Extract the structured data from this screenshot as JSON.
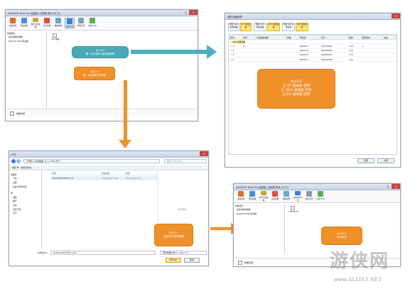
{
  "win1": {
    "title": "DAEMON Tools Pro 高级版 (试用期 剩余 20 天)",
    "toolbar": [
      "快速挂载",
      "添加映像",
      "制作光盘映像",
      "刻录映像",
      "编辑映像",
      "虚拟刻录",
      "移除全部",
      "创建 DVD"
    ],
    "tree": [
      "映像目录",
      "最近使用的映像",
      "DVD/CD-ROM 驱动器"
    ],
    "pane_item": "ISO 映像",
    "status": "映像目录"
  },
  "bubble_teal": {
    "line1": "ALI213",
    "line2": "第一步先把DT虚拟装载好"
  },
  "bubble_orange1": {
    "line1": "ALI213",
    "line2": "第二步右键打开映像"
  },
  "win2": {
    "title": "虚拟设备管理",
    "tabs": [
      {
        "label": "添加 SCSI 虚拟设备",
        "highlight": false
      },
      {
        "label": "DT 虚拟设备",
        "highlight": true
      },
      {
        "label": "添加 SCSI 虚拟设备",
        "highlight": false
      },
      {
        "label": "SCSI 虚拟设备",
        "highlight": true
      },
      {
        "label": "添加 IDE 虚拟设备",
        "highlight": false
      },
      {
        "label": "IDE 虚拟设备",
        "highlight": true
      }
    ],
    "columns": [
      "驱动",
      "盘符",
      "已挂载的映像",
      "映像",
      "制造商",
      "型号",
      "固件",
      "固件版本",
      "启动"
    ],
    "group": "SCSI 虚拟设备",
    "rows": [
      {
        "drive": "0",
        "letter": "E:",
        "vendor": "RSHCVG",
        "model": "3VJ3QVUE2",
        "fw": "1.04",
        "x": "1"
      },
      {
        "drive": "1",
        "letter": "",
        "vendor": "RSHCVG",
        "model": "3VJ3QVUE2",
        "fw": "1.04",
        "x": ""
      },
      {
        "drive": "2",
        "letter": "",
        "vendor": "RSHCVG",
        "model": "3VJ3QVUE2",
        "fw": "1.04",
        "x": ""
      },
      {
        "drive": "3",
        "letter": "",
        "vendor": "RSHCVG",
        "model": "3VJ3QVUE2",
        "fw": "1.04",
        "x": ""
      }
    ],
    "apply": "应用",
    "close": "关闭"
  },
  "bubble_orange2": {
    "line1": "ALI213",
    "line2": "让 DT 虚拟驱 禁用",
    "line3": "让 SCSI 虚拟驱 禁用",
    "line4": "让IDE 虚拟驱 启用"
  },
  "win3": {
    "title": "打开",
    "path": "计算机 ▸ 本地磁盘 (E:) ▸ FEO1HFC",
    "search": "搜索 FEO1HFC",
    "toolbar_org": "组织 ▼",
    "toolbar_new": "新建文件夹",
    "sidebar": [
      "收藏夹",
      "下载",
      "桌面",
      "最近访问的位置",
      "库",
      "视频",
      "图片",
      "文档",
      "迅雷下载",
      "音乐"
    ],
    "columns": [
      "名称",
      "修改日期",
      "类型"
    ],
    "file": {
      "name": "ALI213-FEO1HFC.mds",
      "date": "2013/09/30 8:56",
      "type": "Disc Image File"
    },
    "preview": "没有预览。",
    "filename_label": "文件名(N):",
    "filename_value": "ALI213-FEO1HFC.mds",
    "filter": "所有映像文件 (*.mds;*.m...",
    "open": "打开(O)",
    "cancel": "取消"
  },
  "bubble_orange3": {
    "line1": "ALI213",
    "line2": "然后打开游戏镜像"
  },
  "win4": {
    "title": "DAEMON Tools Pro 高级版 (试用期 剩余 20 天)",
    "toolbar": [
      "快速挂载",
      "添加映像",
      "制作光盘映像",
      "刻录映像",
      "编辑映像",
      "虚拟刻录光盘",
      "移除全部",
      "创建 DVD"
    ],
    "tree": [
      "映像目录",
      "最近使用的映像",
      "DVD/CD-ROM 驱动器"
    ],
    "pane_item": "FEO1HFC",
    "status": "映像目录"
  },
  "bubble_orange4": {
    "line1": "ALI213",
    "line2": "双击运行"
  },
  "watermark": {
    "logo": "游侠网",
    "url": "www.ALI213.NET"
  },
  "colors": {
    "orange": "#f0902a",
    "teal": "#4ab0c2",
    "highlight": "#ffe27a"
  }
}
